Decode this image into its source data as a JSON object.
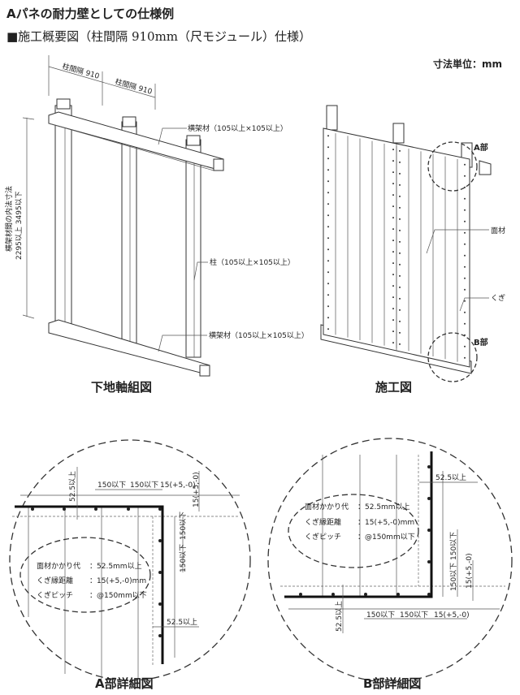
{
  "title": "Aパネの耐力壁としての仕様例",
  "subtitle": "■施工概要図（柱間隔 910mm（尺モジュール）仕様）",
  "unit": "寸法単位：mm",
  "frame_drawing": {
    "caption": "下地軸組図",
    "spacing_1": "柱間隔 910",
    "spacing_2": "柱間隔 910",
    "top_beam": "横架材（105以上×105以上）",
    "post": "柱（105以上×105以上）",
    "bottom_beam": "横架材（105以上×105以上）",
    "height_label_1": "横架材間の内法寸法",
    "height_label_2": "2295以上 3495以下"
  },
  "construction_drawing": {
    "caption": "施工図",
    "part_a": "A部",
    "panel": "面材",
    "nail": "くぎ",
    "part_b": "B部"
  },
  "detail_a": {
    "caption": "A部詳細図",
    "dim_overlap_top": "52.5以上",
    "dim_pitch_1": "150以下",
    "dim_pitch_2": "150以下",
    "dim_edge": "15(+5,-0)",
    "dim_edge_v": "15(+5,-0)",
    "dim_pitch_v1": "150以下",
    "dim_pitch_v2": "150以下",
    "dim_overlap_side": "52.5以上",
    "spec": [
      {
        "label": "面材かかり代",
        "value": "：52.5mm以上"
      },
      {
        "label": "くぎ縁距離",
        "value": "：15(+5,-0)mm"
      },
      {
        "label": "くぎピッチ",
        "value": "：@150mm以下"
      }
    ]
  },
  "detail_b": {
    "caption": "B部詳細図",
    "dim_overlap_side": "52.5以上",
    "dim_pitch_v1": "150以下",
    "dim_pitch_v2": "150以下",
    "dim_edge_v": "15(+5,-0)",
    "dim_pitch_1": "150以下",
    "dim_pitch_2": "150以下",
    "dim_edge": "15(+5,-0)",
    "dim_overlap_bottom": "52.5以上",
    "spec": [
      {
        "label": "面材かかり代",
        "value": "：52.5mm以上"
      },
      {
        "label": "くぎ縁距離",
        "value": "：15(+5,-0)mm"
      },
      {
        "label": "くぎピッチ",
        "value": "：@150mm以下"
      }
    ]
  }
}
